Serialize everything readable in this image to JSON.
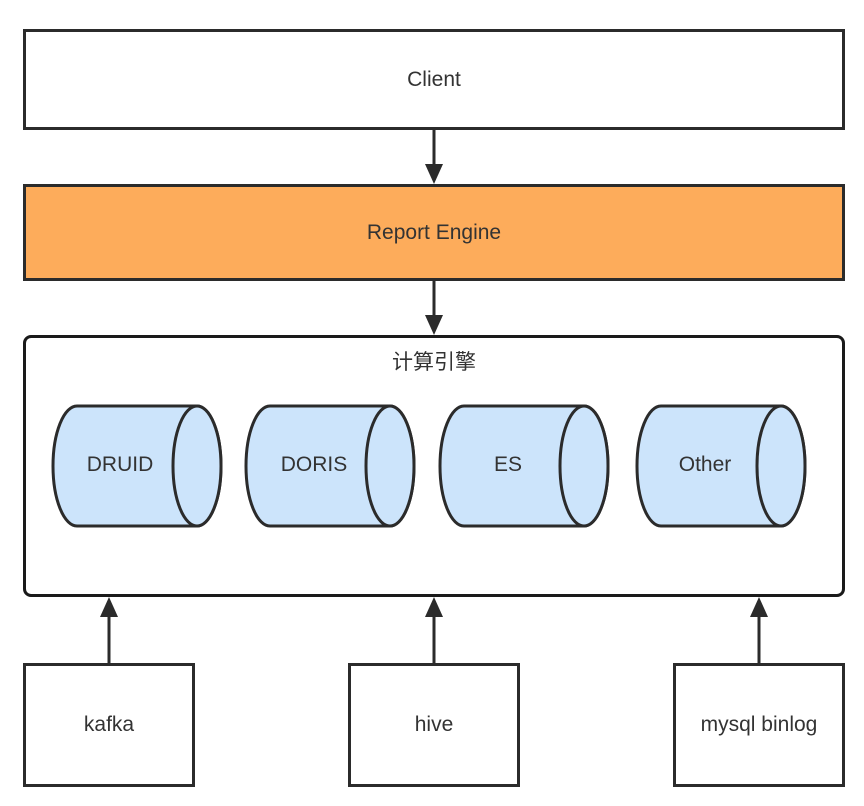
{
  "client": {
    "label": "Client"
  },
  "engine": {
    "label": "Report Engine",
    "color": "#fdac5b"
  },
  "compute": {
    "title": "计算引擎",
    "stores": [
      "DRUID",
      "DORIS",
      "ES",
      "Other"
    ],
    "store_color": "#cce4fb"
  },
  "sources": [
    "kafka",
    "hive",
    "mysql binlog"
  ],
  "colors": {
    "stroke": "#2b2b2b",
    "text": "#333333"
  }
}
